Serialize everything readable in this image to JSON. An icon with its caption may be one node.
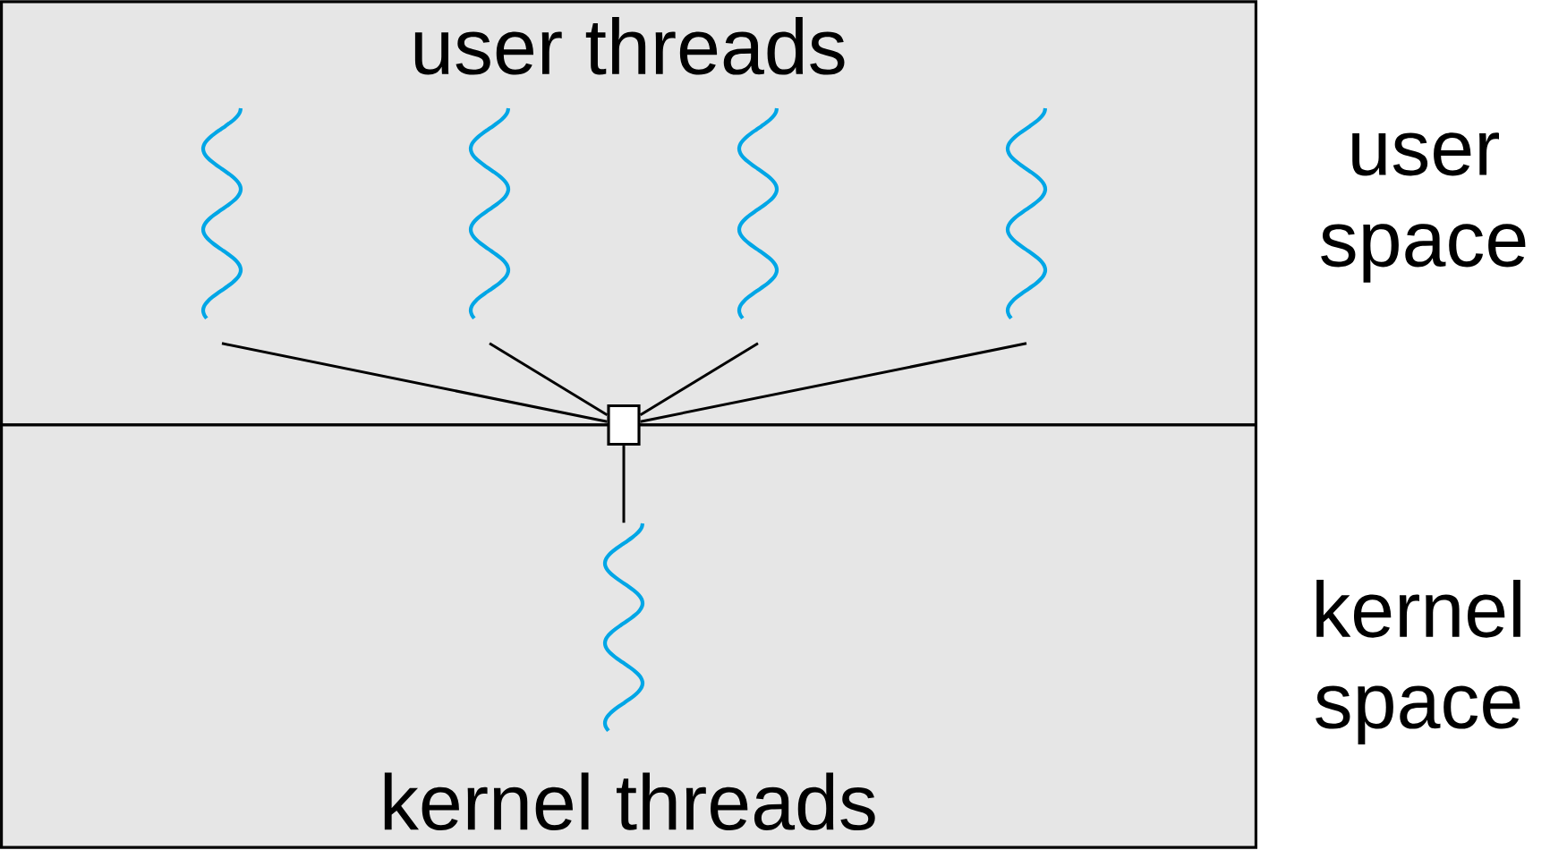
{
  "diagram": {
    "nodes": [
      {
        "text": [
          "user threads"
        ]
      },
      {
        "text": [
          "kernel threads"
        ]
      },
      {
        "text": [],
        "shape": "picture",
        "in": 0
      },
      {
        "text": [],
        "shape": "picture",
        "in": 0
      },
      {
        "text": [],
        "shape": "picture",
        "in": 0
      },
      {
        "text": [],
        "shape": "picture",
        "in": 0
      },
      {
        "text": [],
        "shape": "box"
      },
      {
        "text": [],
        "shape": "picture",
        "in": 1
      }
    ],
    "edges": [
      {
        "from": 2,
        "to": 6,
        "arrow": "none"
      },
      {
        "from": 3,
        "to": 6,
        "arrow": "none"
      },
      {
        "from": 4,
        "to": 6,
        "arrow": "none"
      },
      {
        "from": 5,
        "to": 6,
        "arrow": "none"
      },
      {
        "from": 6,
        "to": 7,
        "arrow": "none"
      }
    ],
    "labels": [
      "user space",
      "kernel space"
    ]
  }
}
